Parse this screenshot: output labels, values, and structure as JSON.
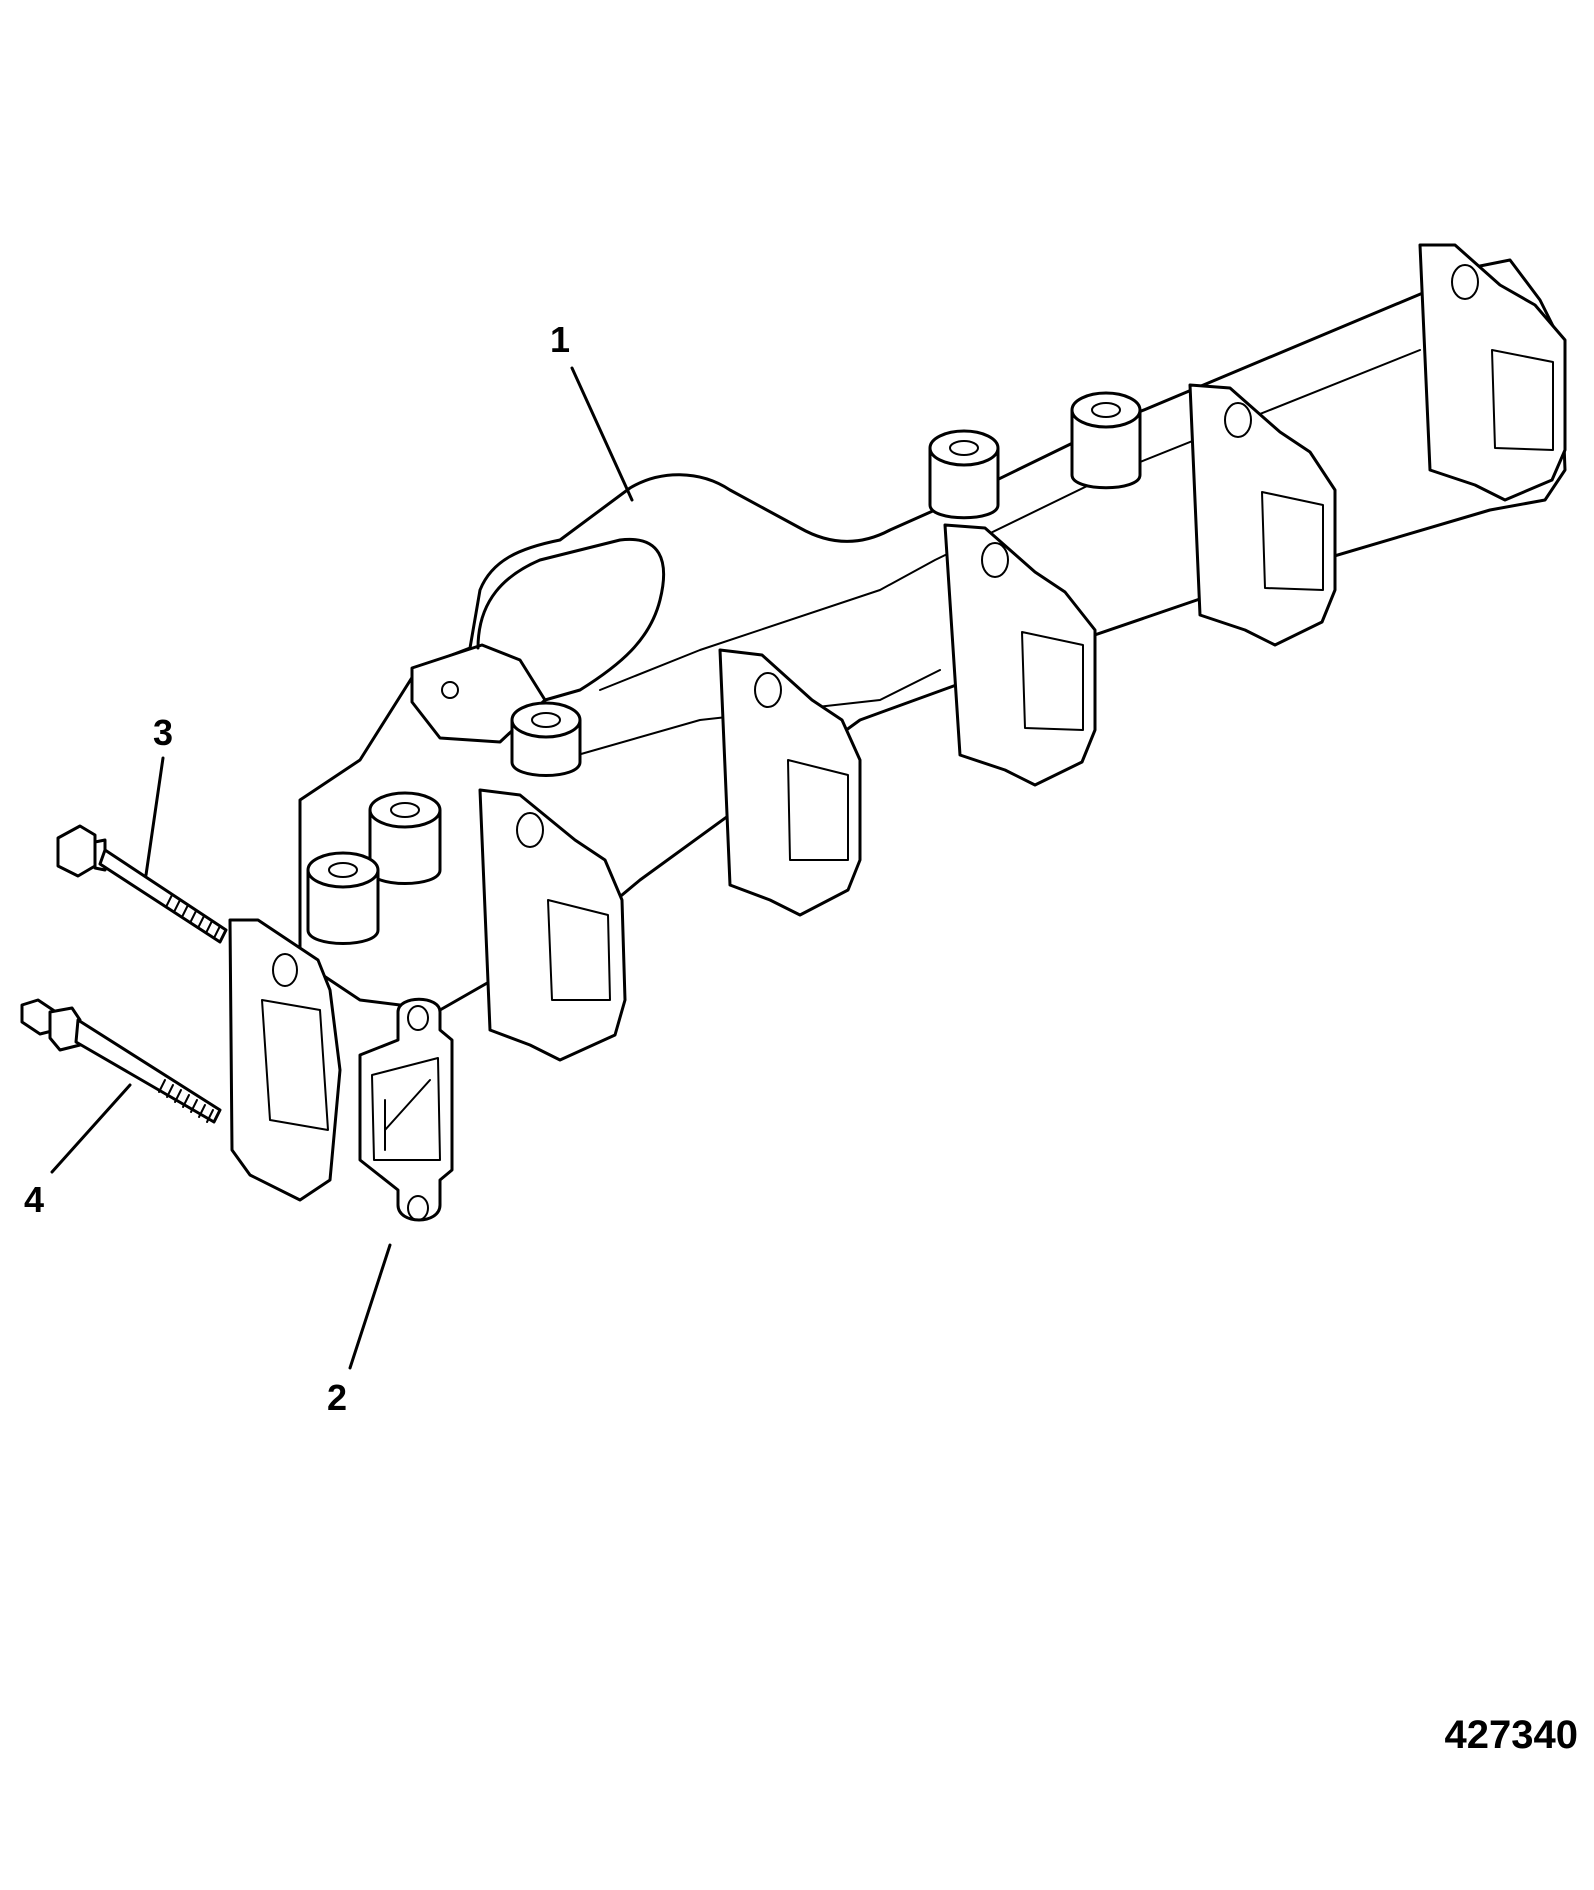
{
  "callouts": {
    "manifold": "1",
    "gasket": "2",
    "bolt_upper": "3",
    "bolt_stud": "4"
  },
  "figure_id": "427340"
}
